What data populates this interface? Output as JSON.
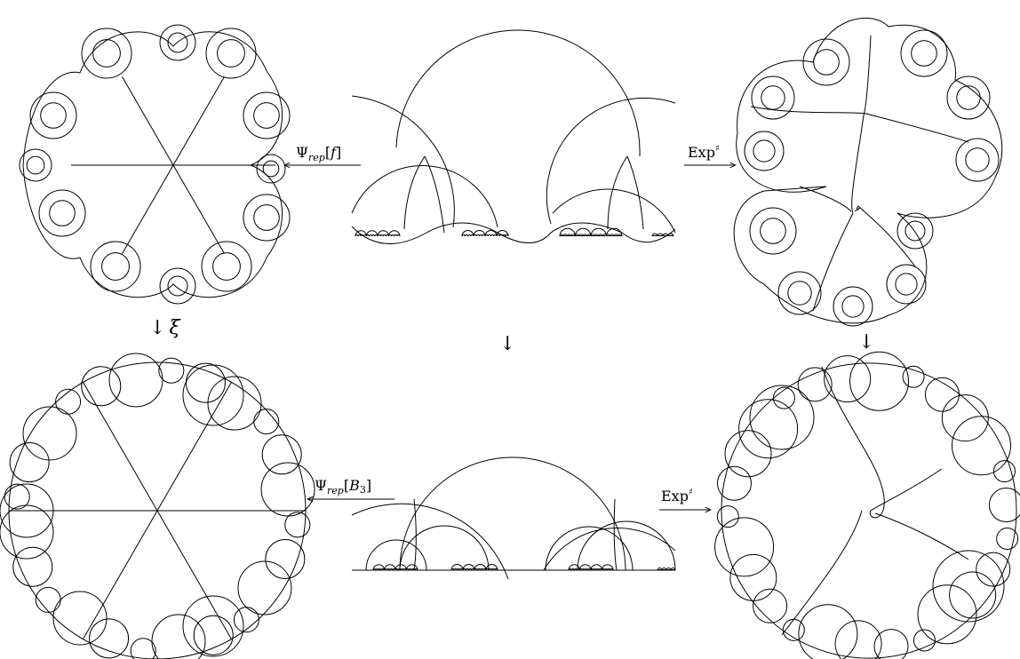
{
  "labels": {
    "top_left_arrow": {
      "greek": "Ψ",
      "sub": "rep",
      "arg_open": "[",
      "arg": "f",
      "arg_close": "]"
    },
    "top_right_arrow": {
      "base": "Exp",
      "sup": "♯"
    },
    "bottom_left_arrow": {
      "greek": "Ψ",
      "sub": "rep",
      "arg_open": "[",
      "arg": "B",
      "arg_sub": "3",
      "arg_close": "]"
    },
    "bottom_right_arrow": {
      "base": "Exp",
      "sup": "♯"
    },
    "left_down_arrow": {
      "arrow": "↓",
      "symbol": "ξ"
    },
    "center_down_arrow": {
      "arrow": "↓"
    },
    "right_down_arrow": {
      "arrow": "↓"
    }
  },
  "colors": {
    "ink": "#000000",
    "background": "#ffffff"
  }
}
